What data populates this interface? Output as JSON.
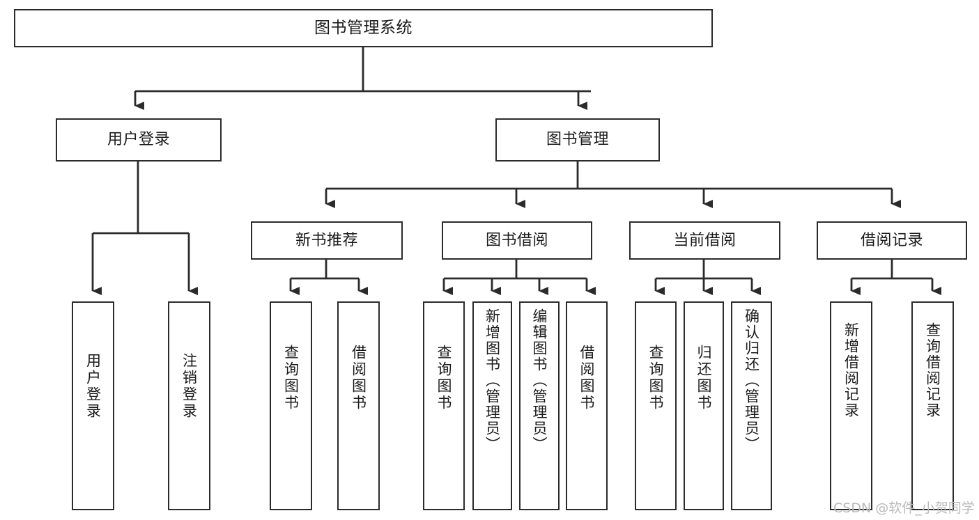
{
  "diagram": {
    "type": "tree-hierarchy-chart",
    "title": "图书管理系统",
    "background_color": "#ffffff",
    "border_color": "#2b2b2b",
    "text_color": "#1a1a1a",
    "nodes": {
      "root": {
        "label": "图书管理系统"
      },
      "level2": [
        {
          "label": "用户登录"
        },
        {
          "label": "图书管理"
        }
      ],
      "level3": [
        {
          "label": "新书推荐"
        },
        {
          "label": "图书借阅"
        },
        {
          "label": "当前借阅"
        },
        {
          "label": "借阅记录"
        }
      ],
      "leaves": {
        "user_login": [
          {
            "label": "用户登录"
          },
          {
            "label": "注销登录"
          }
        ],
        "new_book_recommend": [
          {
            "label": "查询图书"
          },
          {
            "label": "借阅图书"
          }
        ],
        "book_borrow": [
          {
            "label": "查询图书"
          },
          {
            "label": "新增图书（管理员）"
          },
          {
            "label": "编辑图书（管理员）"
          },
          {
            "label": "借阅图书"
          }
        ],
        "current_borrow": [
          {
            "label": "查询图书"
          },
          {
            "label": "归还图书"
          },
          {
            "label": "确认归还（管理员）"
          }
        ],
        "borrow_record": [
          {
            "label": "新增借阅记录"
          },
          {
            "label": "查询借阅记录"
          }
        ]
      }
    }
  },
  "watermark": {
    "text": "CSDN @软件_小贺同学",
    "color": "#b9b9b9"
  }
}
